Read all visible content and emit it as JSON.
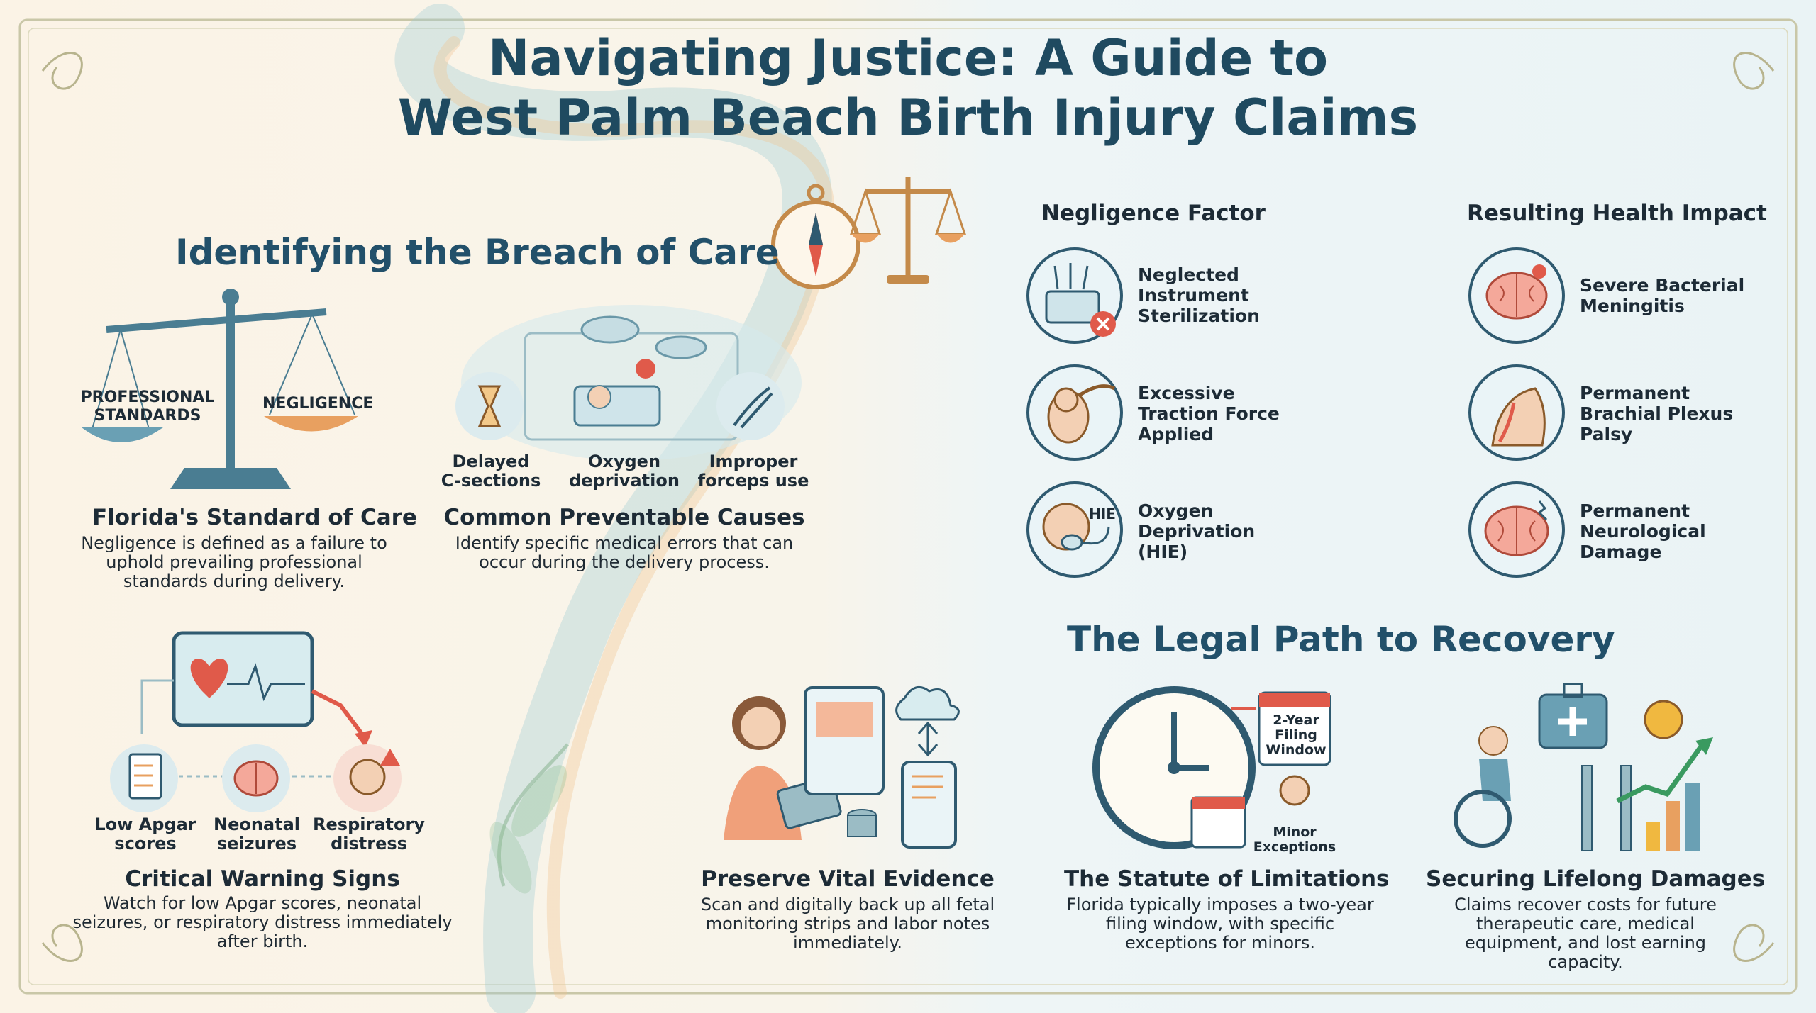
{
  "title_line1": "Navigating Justice: A Guide to",
  "title_line2": "West Palm Beach Birth Injury Claims",
  "breach": {
    "heading": "Identifying the Breach of Care",
    "scale_left": "PROFESSIONAL\nSTANDARDS",
    "scale_right": "NEGLIGENCE",
    "standard_title": "Florida's Standard of Care",
    "standard_body": "Negligence is defined as a failure to uphold prevailing professional standards during delivery.",
    "causes": [
      "Delayed\nC-sections",
      "Oxygen\ndeprivation",
      "Improper\nforceps use"
    ],
    "causes_title": "Common Preventable Causes",
    "causes_body": "Identify specific medical errors that can occur during the delivery process."
  },
  "warning": {
    "signs": [
      "Low Apgar\nscores",
      "Neonatal\nseizures",
      "Respiratory\ndistress"
    ],
    "title": "Critical Warning Signs",
    "body": "Watch for low Apgar scores, neonatal seizures, or respiratory distress immediately after birth."
  },
  "table": {
    "col1": "Negligence Factor",
    "col2": "Resulting Health Impact",
    "rows": [
      {
        "factor": "Neglected\nInstrument\nSterilization",
        "impact": "Severe Bacterial\nMeningitis"
      },
      {
        "factor": "Excessive\nTraction Force\nApplied",
        "impact": "Permanent\nBrachial Plexus\nPalsy"
      },
      {
        "factor": "Oxygen\nDeprivation\n(HIE)",
        "impact": "Permanent\nNeurological\nDamage"
      }
    ],
    "hie_tag": "HIE"
  },
  "legal": {
    "heading": "The Legal Path to Recovery",
    "evidence_title": "Preserve Vital Evidence",
    "evidence_body": "Scan and digitally back up all fetal monitoring strips and labor notes immediately.",
    "calendar_text": "2-Year\nFiling\nWindow",
    "minor_text": "Minor\nExceptions",
    "statute_title": "The Statute of Limitations",
    "statute_body": "Florida typically imposes a two-year filing window, with specific exceptions for minors.",
    "damages_title": "Securing Lifelong Damages",
    "damages_body": "Claims recover costs for future therapeutic care, medical equipment, and lost earning capacity."
  },
  "colors": {
    "navy": "#22506a",
    "teal": "#6aa8b4",
    "orange": "#e8a060",
    "red": "#e05a4a",
    "green": "#3a9a60"
  }
}
